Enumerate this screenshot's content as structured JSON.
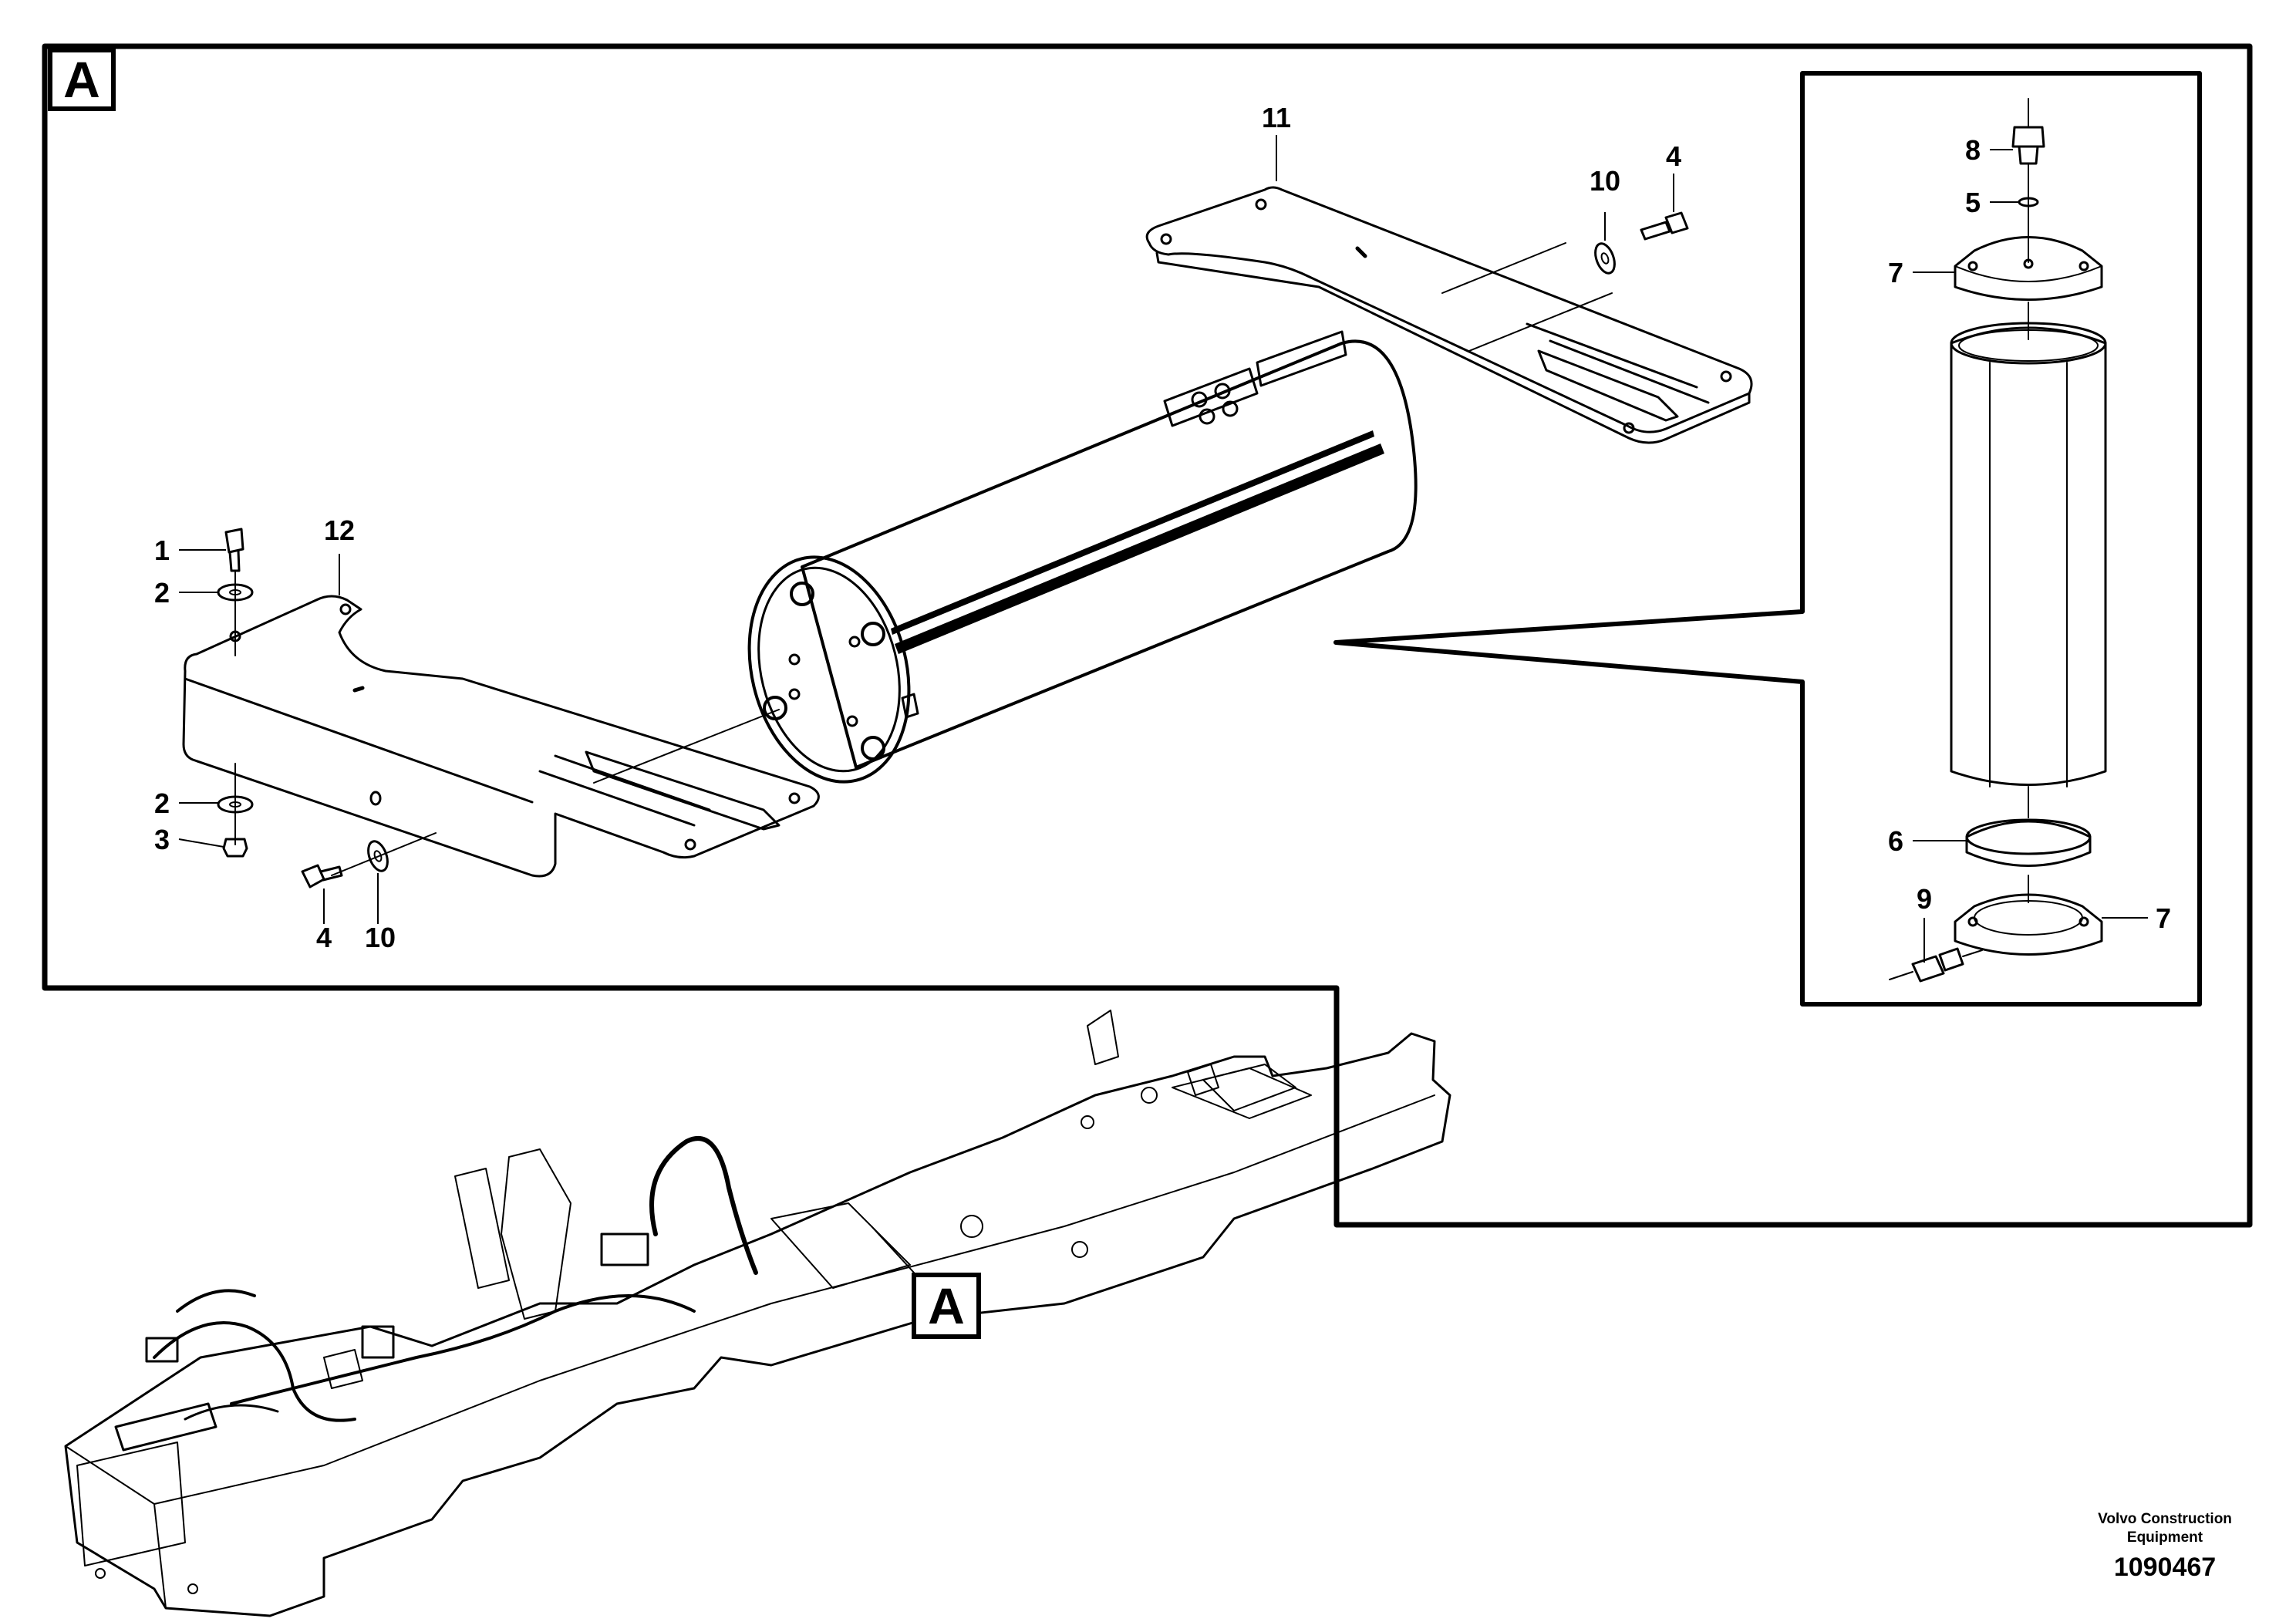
{
  "view_tag": "A",
  "callouts": {
    "c1": "1",
    "c2a": "2",
    "c2b": "2",
    "c3": "3",
    "c4a": "4",
    "c4b": "4",
    "c5": "5",
    "c6": "6",
    "c7a": "7",
    "c7b": "7",
    "c8": "8",
    "c9": "9",
    "c10a": "10",
    "c10b": "10",
    "c11": "11",
    "c12": "12"
  },
  "footer": {
    "brand_line1": "Volvo Construction",
    "brand_line2": "Equipment",
    "drawing_number": "1090467"
  }
}
